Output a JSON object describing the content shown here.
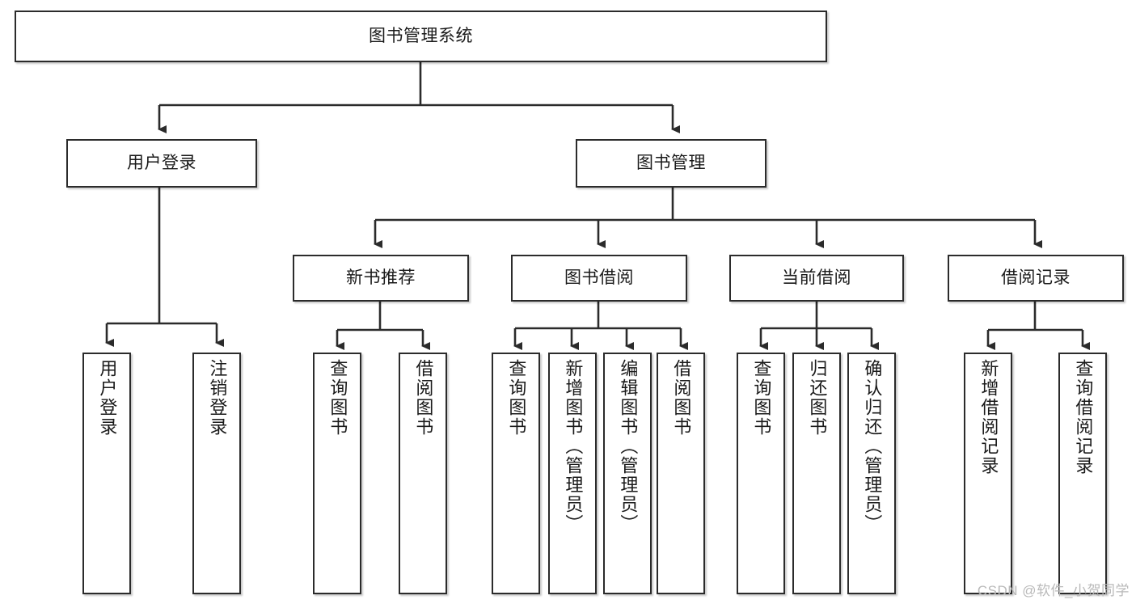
{
  "diagram": {
    "type": "tree",
    "title": "图书管理系统",
    "root": {
      "label": "图书管理系统"
    },
    "level2": [
      {
        "label": "用户登录"
      },
      {
        "label": "图书管理"
      }
    ],
    "level3": [
      {
        "label": "新书推荐"
      },
      {
        "label": "图书借阅"
      },
      {
        "label": "当前借阅"
      },
      {
        "label": "借阅记录"
      }
    ],
    "leaves": {
      "user_login": [
        {
          "label": "用户登录"
        },
        {
          "label": "注销登录"
        }
      ],
      "new_book_recommend": [
        {
          "label": "查询图书"
        },
        {
          "label": "借阅图书"
        }
      ],
      "book_borrow": [
        {
          "label": "查询图书"
        },
        {
          "label": "新增图书（管理员）"
        },
        {
          "label": "编辑图书（管理员）"
        },
        {
          "label": "借阅图书"
        }
      ],
      "current_borrow": [
        {
          "label": "查询图书"
        },
        {
          "label": "归还图书"
        },
        {
          "label": "确认归还（管理员）"
        }
      ],
      "borrow_record": [
        {
          "label": "新增借阅记录"
        },
        {
          "label": "查询借阅记录"
        }
      ]
    }
  },
  "watermark": {
    "text": "CSDN @软件_小贺同学"
  },
  "colors": {
    "box_border": "#2b2b2b",
    "box_fill": "#ffffff",
    "text": "#1a1a1a",
    "connector": "#2b2b2b",
    "watermark": "#b9b9b9",
    "background": "#ffffff"
  }
}
